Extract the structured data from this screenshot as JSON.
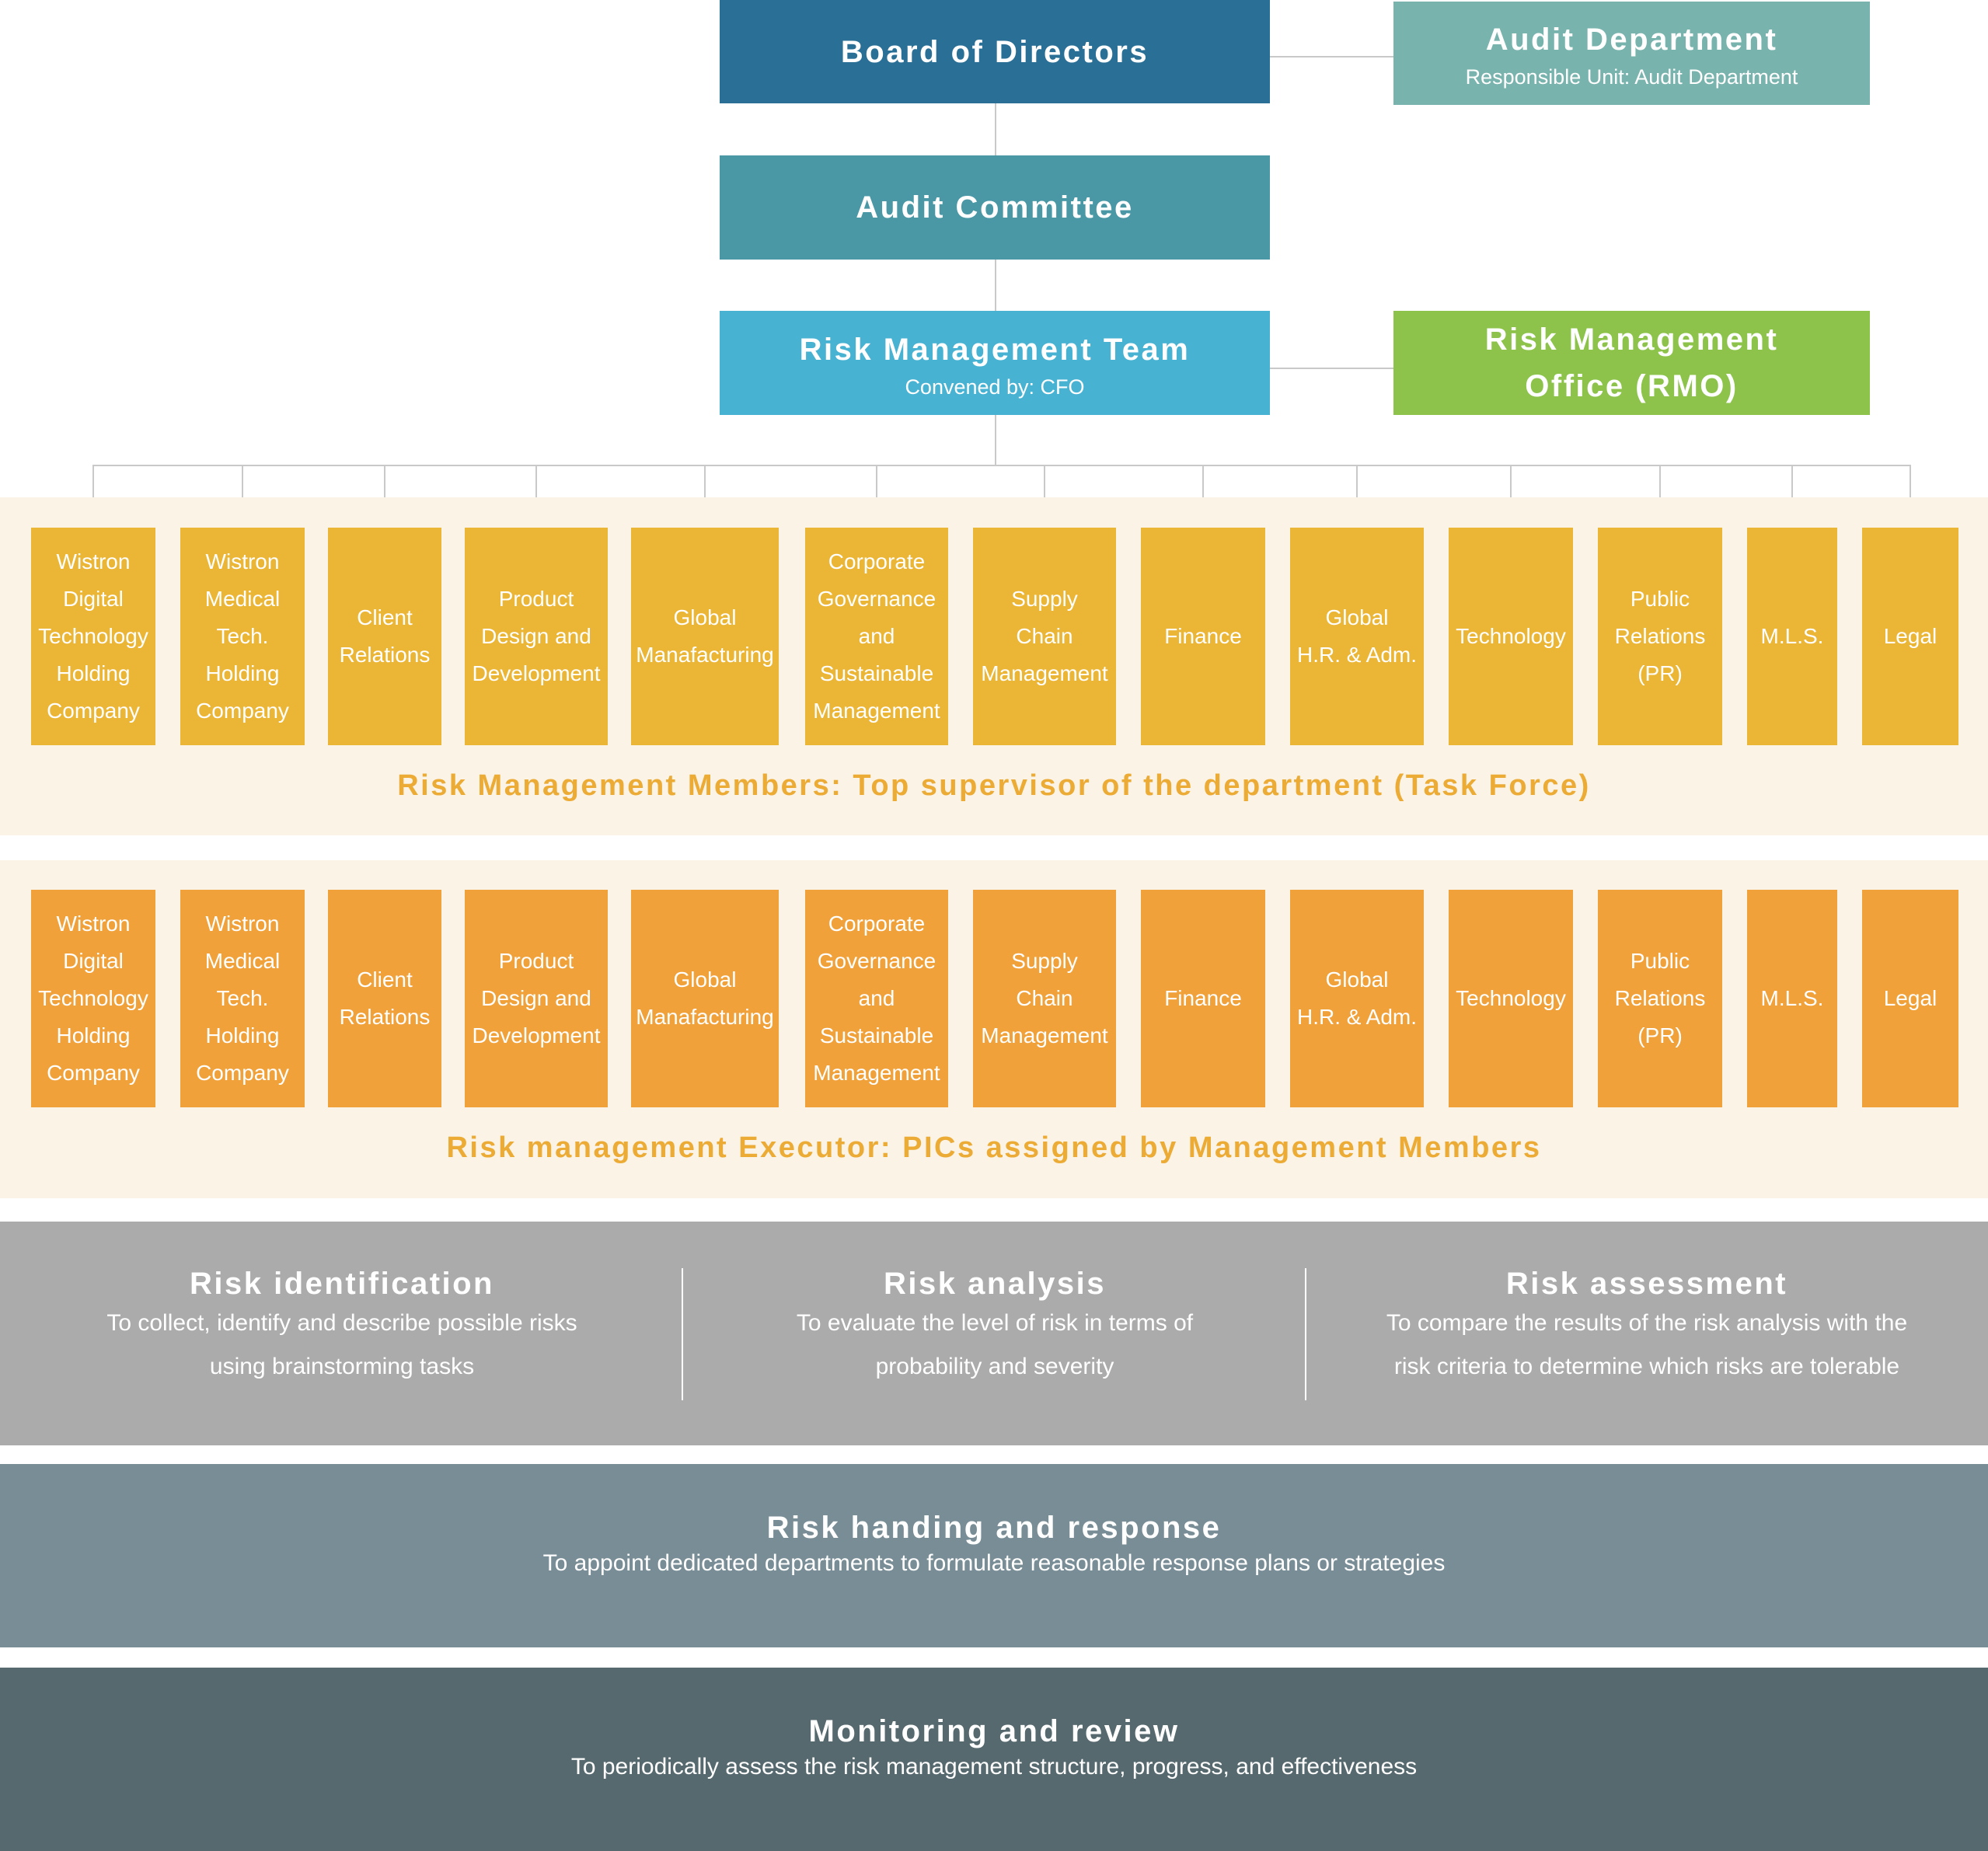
{
  "board": {
    "title": "Board of Directors"
  },
  "audit_department": {
    "title": "Audit Department",
    "subtitle": "Responsible Unit: Audit Department"
  },
  "audit_committee": {
    "title": "Audit Committee"
  },
  "risk_team": {
    "title": "Risk Management Team",
    "subtitle": "Convened by: CFO"
  },
  "rmo": {
    "title": "Risk Management\nOffice (RMO)"
  },
  "departments": [
    "Wistron\nDigital\nTechnology\nHolding\nCompany",
    "Wistron\nMedical\nTech.\nHolding\nCompany",
    "Client\nRelations",
    "Product\nDesign and\nDevelopment",
    "Global\nManafacturing",
    "Corporate\nGovernance\nand\nSustainable\nManagement",
    "Supply\nChain\nManagement",
    "Finance",
    "Global\nH.R. & Adm.",
    "Technology",
    "Public\nRelations\n(PR)",
    "M.L.S.",
    "Legal"
  ],
  "members_caption": "Risk Management Members: Top supervisor of the department (Task Force)",
  "executor_caption": "Risk management Executor: PICs assigned by Management Members",
  "process": [
    {
      "title": "Risk identification",
      "desc": "To collect, identify and describe possible risks\nusing brainstorming tasks"
    },
    {
      "title": "Risk analysis",
      "desc": "To evaluate the level of risk in terms of\nprobability and severity"
    },
    {
      "title": "Risk assessment",
      "desc": "To compare the results of the risk analysis with the\nrisk criteria to determine which risks are tolerable"
    }
  ],
  "handling": {
    "title": "Risk handing and response",
    "desc": "To appoint dedicated departments to formulate reasonable response plans or strategies"
  },
  "monitoring": {
    "title": "Monitoring and review",
    "desc": "To periodically assess the risk management structure, progress, and effectiveness"
  },
  "colors": {
    "board": "#2a6f96",
    "audit_department": "#79b3ae",
    "audit_committee": "#4a98a5",
    "risk_team": "#48b2d2",
    "rmo": "#8dc34b",
    "members": "#ebb535",
    "executors": "#f0a13a",
    "process_band": "#ababab",
    "handling_band": "#798d96",
    "monitoring_band": "#56696f"
  }
}
